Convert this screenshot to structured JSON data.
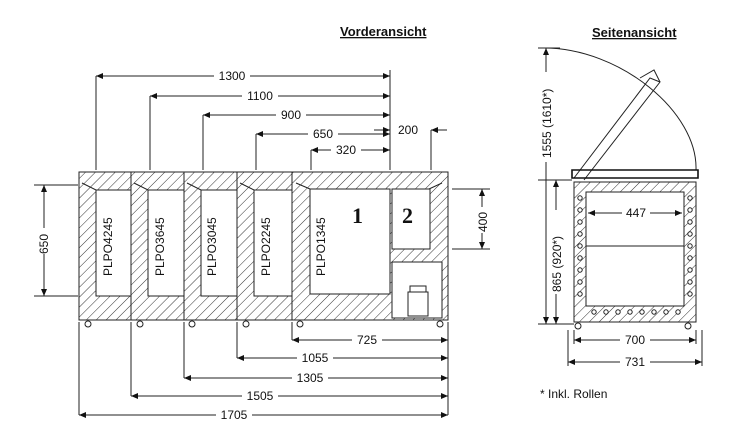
{
  "front_view": {
    "heading": "Vorderansicht",
    "models": [
      "PLPO4245",
      "PLPO3645",
      "PLPO3045",
      "PLPO2245",
      "PLPO1345"
    ],
    "compartments": [
      "1",
      "2"
    ],
    "top_dims": [
      "1300",
      "1100",
      "900",
      "650",
      "320",
      "200"
    ],
    "bottom_dims": [
      "725",
      "1055",
      "1305",
      "1505",
      "1705"
    ],
    "height_dim": "650",
    "right_dim": "400"
  },
  "side_view": {
    "heading": "Seitenansicht",
    "height_open": "1555 (1610*)",
    "height_closed": "865 (920*)",
    "inner_width": "447",
    "width_inner": "700",
    "width_outer": "731"
  },
  "footnote": "* Inkl. Rollen"
}
